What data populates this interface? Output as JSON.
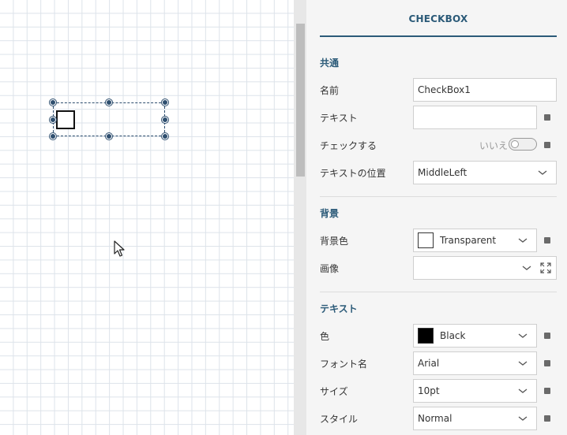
{
  "panel": {
    "title": "CHECKBOX",
    "sections": {
      "common": "共通",
      "background": "背景",
      "text": "テキスト"
    },
    "rows": {
      "name": {
        "label": "名前",
        "value": "CheckBox1"
      },
      "text": {
        "label": "テキスト",
        "value": ""
      },
      "checked": {
        "label": "チェックする",
        "value": "いいえ",
        "on": false
      },
      "text_position": {
        "label": "テキストの位置",
        "value": "MiddleLeft"
      },
      "bg_color": {
        "label": "背景色",
        "value": "Transparent",
        "swatch": "#ffffff"
      },
      "image": {
        "label": "画像",
        "value": ""
      },
      "color": {
        "label": "色",
        "value": "Black",
        "swatch": "#000000"
      },
      "font_name": {
        "label": "フォント名",
        "value": "Arial"
      },
      "size": {
        "label": "サイズ",
        "value": "10pt"
      },
      "style": {
        "label": "スタイル",
        "value": "Normal"
      }
    }
  },
  "colors": {
    "accent": "#2b5a78",
    "handle": "#2f4f6f",
    "grid": "#dde3ea"
  }
}
